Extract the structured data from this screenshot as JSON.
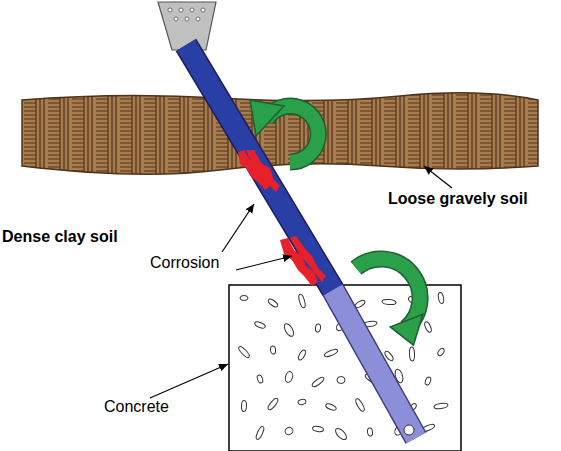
{
  "diagram": {
    "labels": [
      "Loose gravely soil",
      "Dense clay soil",
      "Corrosion",
      "Concrete"
    ]
  }
}
